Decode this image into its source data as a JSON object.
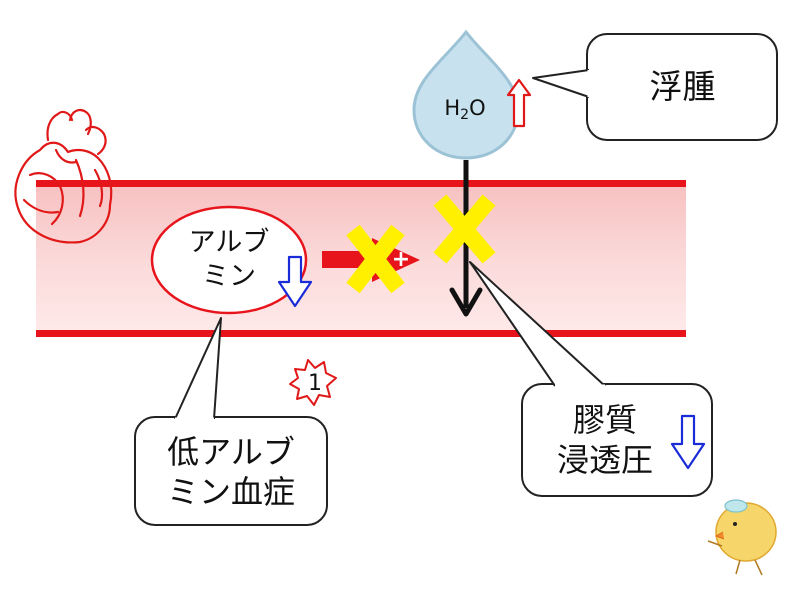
{
  "water_drop": {
    "formula_main": "H",
    "formula_sub": "2",
    "formula_end": "O"
  },
  "callouts": {
    "edema": "浮腫",
    "albumin_line1": "アルブ",
    "albumin_line2": "ミン",
    "hypoalbuminemia_line1": "低アルブ",
    "hypoalbuminemia_line2": "ミン血症",
    "colloid_line1": "膠質",
    "colloid_line2": "浸透圧"
  },
  "badge": {
    "number": "1"
  },
  "sign": {
    "plus": "+"
  },
  "icons": [
    "heart-icon",
    "up-arrow-icon",
    "down-arrow-icon",
    "x-mark-icon",
    "chick-icon"
  ],
  "colors": {
    "vessel_wall": "#e8141c",
    "vessel_fill_top": "#f8c6c6",
    "vessel_fill_bottom": "#ffe9e9",
    "drop": "#c7e1ee",
    "drop_stroke": "#9cc2d6",
    "cross": "#fff000",
    "down_arrow": "#1a2bd8",
    "up_arrow": "#e01818"
  }
}
